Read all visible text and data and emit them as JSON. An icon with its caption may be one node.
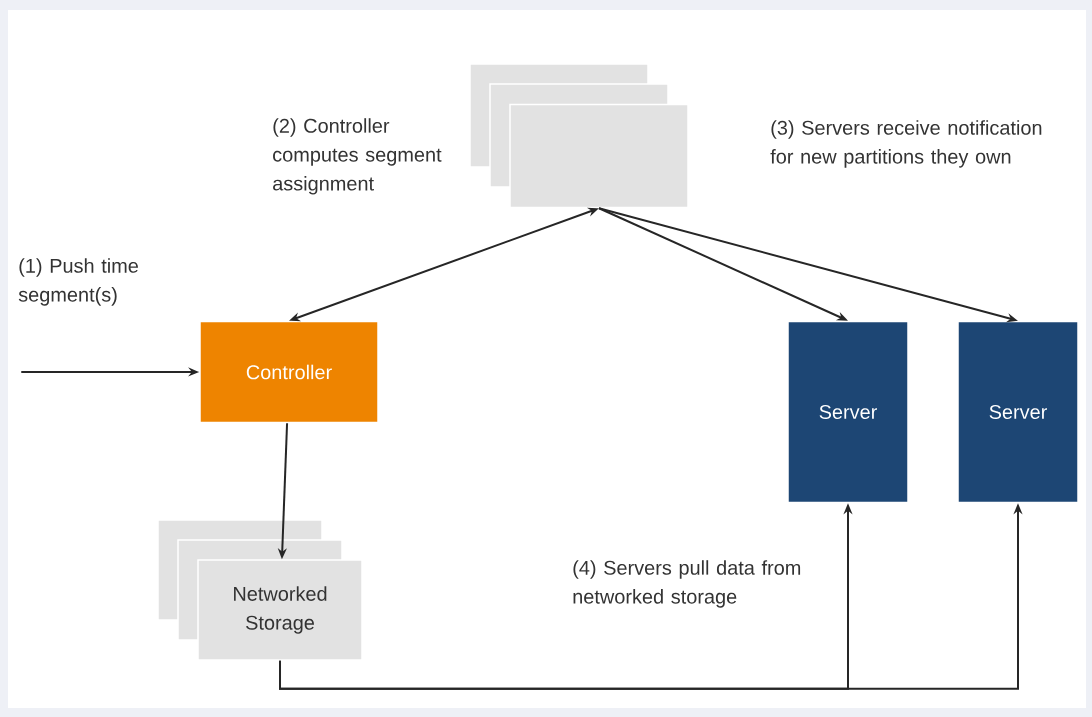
{
  "diagram": {
    "nodes": [
      {
        "text": [],
        "shape": "box"
      },
      {
        "text": [
          "Controller"
        ]
      },
      {
        "text": [
          "Server"
        ]
      },
      {
        "text": [
          "Server"
        ]
      },
      {
        "text": [
          "Networked Storage"
        ]
      }
    ],
    "edges": [
      {
        "from": 0,
        "to": 1,
        "arrow": "both"
      },
      {
        "from": 0,
        "to": 2,
        "arrow": "to"
      },
      {
        "from": 0,
        "to": 3,
        "arrow": "to"
      },
      {
        "from": null,
        "to": 1,
        "arrow": "to"
      },
      {
        "from": 1,
        "to": 4,
        "arrow": "to"
      },
      {
        "from": 4,
        "to": 2,
        "arrow": "to"
      },
      {
        "from": 4,
        "to": 3,
        "arrow": "to"
      }
    ],
    "labels": [
      "(1) Push time segment(s)",
      "(2) Controller computes segment assignment",
      "(3) Servers receive notification for new partitions they own",
      "(4) Servers pull data from networked storage"
    ]
  }
}
